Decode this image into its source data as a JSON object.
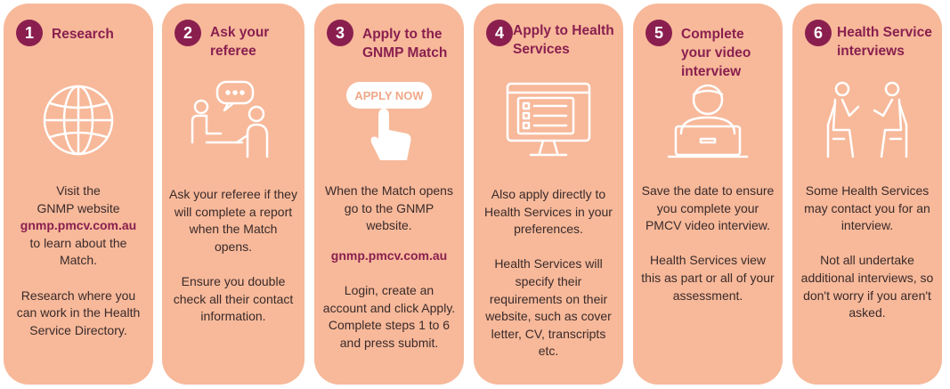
{
  "colors": {
    "card": "#f7b99a",
    "accent": "#8a1f4f",
    "icon": "#ffffff",
    "text": "#3a2a2a"
  },
  "steps": [
    {
      "number": "1",
      "title": "Research",
      "icon": "globe-icon",
      "p1_a": "Visit the",
      "p1_b": "GNMP website",
      "link": "gnmp.pmcv.com.au",
      "p1_c": "to learn about the",
      "p1_d": "Match.",
      "p2": "Research where you can work in the Health Service Directory."
    },
    {
      "number": "2",
      "title": "Ask your referee",
      "icon": "conversation-icon",
      "p1": "Ask your referee if they will complete a report when the Match opens.",
      "p2": "Ensure you double check all their contact information."
    },
    {
      "number": "3",
      "title": "Apply to the GNMP Match",
      "icon": "apply-now-icon",
      "icon_text": "APPLY NOW",
      "p1": "When the Match opens go to the GNMP website.",
      "link": "gnmp.pmcv.com.au",
      "p2": "Login, create an account and click Apply. Complete steps 1 to 6 and press submit."
    },
    {
      "number": "4",
      "title": "Apply to Health Services",
      "icon": "checklist-monitor-icon",
      "p1": "Also apply directly to Health Services in your preferences.",
      "p2": "Health Services will specify their requirements on their website, such as cover letter, CV, transcripts etc."
    },
    {
      "number": "5",
      "title": "Complete your video interview",
      "icon": "video-call-icon",
      "p1": "Save the date to ensure you complete your PMCV video interview.",
      "p2": "Health Services view this as part or all of your assessment."
    },
    {
      "number": "6",
      "title": "Health Service interviews",
      "icon": "interview-icon",
      "p1": "Some Health Services may contact you for an interview.",
      "p2": "Not all undertake additional interviews, so don't worry if you aren't asked."
    }
  ]
}
